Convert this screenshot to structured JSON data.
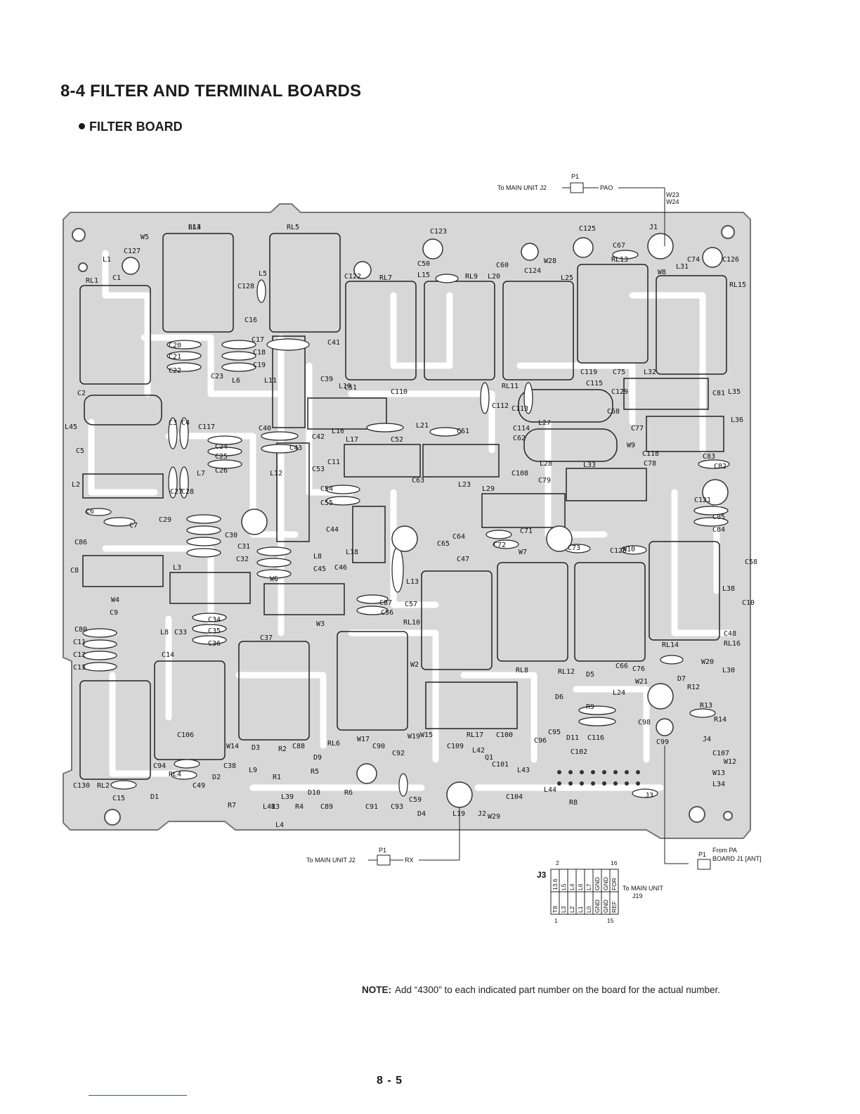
{
  "header": {
    "section_title": "8-4 FILTER AND TERMINAL BOARDS",
    "sub_title": "FILTER BOARD"
  },
  "connectors": {
    "top": {
      "plug": "P1",
      "to_label": "To MAIN UNIT J2",
      "signal": "PAO",
      "wires": [
        "W23",
        "W24"
      ],
      "jack": "J1"
    },
    "bottom_left": {
      "plug": "P1",
      "to_label": "To MAIN UNIT J2",
      "signal": "RX"
    },
    "bottom_right": {
      "plug": "P1",
      "from_line1": "From PA",
      "from_line2": "BOARD J1 [ANT]"
    }
  },
  "j3": {
    "title": "J3",
    "pin_top_left": "2",
    "pin_top_right": "16",
    "pin_bottom_left": "1",
    "pin_bottom_right": "15",
    "top_row": [
      "13.6",
      "L5",
      "L4",
      "L6",
      "L7",
      "GND",
      "GND",
      "FOR"
    ],
    "bottom_row": [
      "T8",
      "L3",
      "L2",
      "L1",
      "L0",
      "GND",
      "GND",
      "REF"
    ],
    "to_line1": "To MAIN UNIT",
    "to_line2": "J19"
  },
  "board_labels": [
    "RL3",
    "RL5",
    "C123",
    "C125",
    "J1",
    "C127",
    "RL1",
    "C1",
    "L1",
    "W5",
    "L5",
    "C128",
    "C122",
    "RL7",
    "C50",
    "L15",
    "RL9",
    "L20",
    "C60",
    "C124",
    "W28",
    "L25",
    "C67",
    "RL13",
    "W8",
    "C74",
    "L31",
    "C126",
    "RL15",
    "C16",
    "C17",
    "C18",
    "C19",
    "C20",
    "C21",
    "C22",
    "C23",
    "L6",
    "L11",
    "C41",
    "C39",
    "L10",
    "C51",
    "C110",
    "C112",
    "C113",
    "RL11",
    "C119",
    "C75",
    "C115",
    "L32",
    "C129",
    "C81",
    "L35",
    "C68",
    "L36",
    "C2",
    "L45",
    "C3",
    "C4",
    "C117",
    "C24",
    "C25",
    "C26",
    "C40",
    "C42",
    "L16",
    "L17",
    "C52",
    "L21",
    "C61",
    "C114",
    "L27",
    "C62",
    "C77",
    "W9",
    "C118",
    "C78",
    "C83",
    "C82",
    "C5",
    "L7",
    "C27",
    "C28",
    "L12",
    "C43",
    "C53",
    "C11",
    "C54",
    "C55",
    "C63",
    "L23",
    "L29",
    "C108",
    "C79",
    "L28",
    "L33",
    "L2",
    "C6",
    "C7",
    "C29",
    "C30",
    "C31",
    "C32",
    "C44",
    "L18",
    "C64",
    "C65",
    "C71",
    "C72",
    "W7",
    "C73",
    "C120",
    "W10",
    "C121",
    "C85",
    "C84",
    "C86",
    "C8",
    "L3",
    "L8",
    "C45",
    "C46",
    "C47",
    "W6",
    "L13",
    "C58",
    "C87",
    "C56",
    "C57",
    "RL10",
    "W4",
    "C9",
    "C10",
    "L38",
    "L8",
    "C33",
    "C34",
    "C35",
    "C36",
    "C37",
    "W3",
    "C48",
    "RL16",
    "C80",
    "C11",
    "C12",
    "C13",
    "C14",
    "W2",
    "RL8",
    "RL12",
    "C66",
    "C76",
    "RL14",
    "W20",
    "L30",
    "D7",
    "W21",
    "D6",
    "D5",
    "L24",
    "R12",
    "R9",
    "C98",
    "R13",
    "R14",
    "C106",
    "RL6",
    "W17",
    "W19",
    "W15",
    "RL17",
    "C100",
    "C95",
    "C96",
    "D11",
    "C116",
    "C99",
    "J4",
    "C107",
    "W12",
    "W13",
    "L34",
    "W14",
    "D3",
    "R2",
    "C88",
    "D9",
    "C90",
    "C92",
    "C109",
    "L42",
    "Q1",
    "C101",
    "C102",
    "L43",
    "C94",
    "RL4",
    "C38",
    "C49",
    "D2",
    "L9",
    "R1",
    "R5",
    "D10",
    "R6",
    "R7",
    "L41",
    "L39",
    "R3",
    "R4",
    "C89",
    "C91",
    "C93",
    "C59",
    "D4",
    "L19",
    "J2",
    "W29",
    "C104",
    "L44",
    "R8",
    "J3",
    "C130",
    "RL2",
    "C15",
    "D1",
    "L4",
    "L14"
  ],
  "note": {
    "label": "NOTE:",
    "text": "Add “4300” to each indicated part number on the board for the actual number."
  },
  "page_number": "8 - 5"
}
